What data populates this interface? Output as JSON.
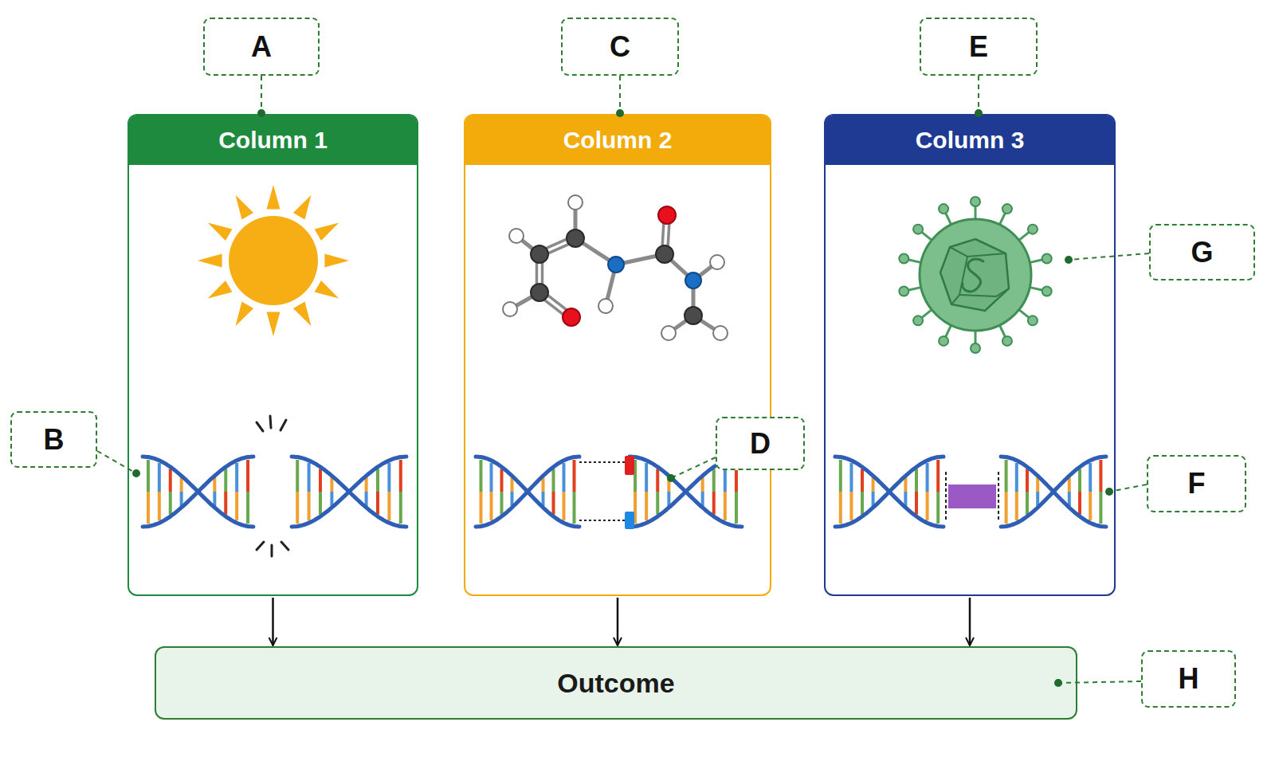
{
  "diagram": {
    "nodes": [
      {
        "text": [
          "Column 1"
        ]
      },
      {
        "text": [
          "Column 2"
        ]
      },
      {
        "text": [
          "Column 3"
        ]
      },
      {
        "text": [
          "Outcome"
        ]
      }
    ],
    "edges": [
      {
        "from": 0,
        "to": 3,
        "arrow": "to"
      },
      {
        "from": 1,
        "to": 3,
        "arrow": "to"
      },
      {
        "from": 2,
        "to": 3,
        "arrow": "to"
      }
    ],
    "labels": [
      "A",
      "C",
      "E",
      "G",
      "B",
      "D",
      "F",
      "H"
    ]
  }
}
